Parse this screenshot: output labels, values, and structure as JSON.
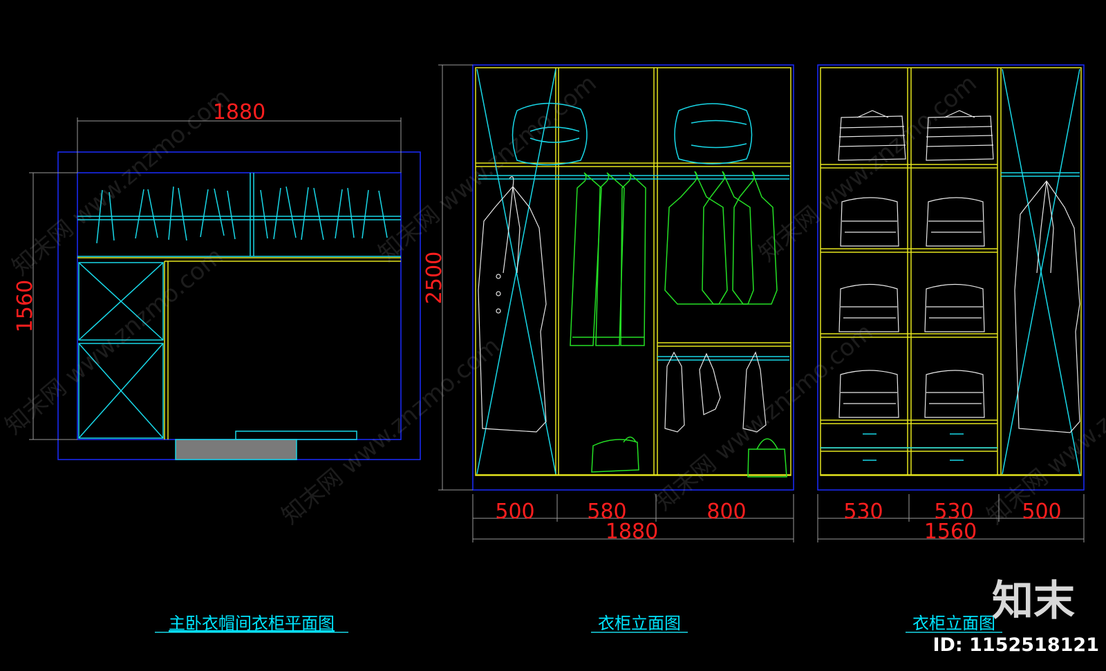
{
  "plan": {
    "dim_width": "1880",
    "dim_depth": "1560",
    "title": "主卧衣帽间衣柜平面图"
  },
  "elevation_1": {
    "dim_height": "2500",
    "dim_sections": [
      "500",
      "580",
      "800"
    ],
    "dim_total": "1880",
    "title": "衣柜立面图"
  },
  "elevation_2": {
    "dim_sections": [
      "530",
      "530",
      "500"
    ],
    "dim_total": "1560",
    "title": "衣柜立面图"
  },
  "watermark": {
    "text": "知末网 www.znzmo.com",
    "brand": "知末",
    "id": "ID: 1152518121"
  },
  "colors": {
    "background": "#000000",
    "dimension_text": "#ff1e1e",
    "title_text": "#00e5ff",
    "outer_frame": "#1a2cff",
    "cabinet_line": "#e6e61e",
    "accent_line": "#18d8e8",
    "item_line": "#25e025"
  }
}
